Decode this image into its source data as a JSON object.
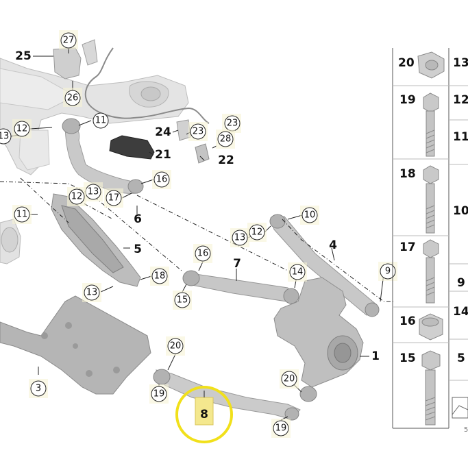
{
  "diagram": {
    "callouts": {
      "c27": "27",
      "c25": "25",
      "c26": "26",
      "c11a": "11",
      "c12a": "12",
      "c13a": "13",
      "c24": "24",
      "c23a": "23",
      "c23b": "23",
      "c28": "28",
      "c21": "21",
      "c22": "22",
      "c16a": "16",
      "c13b": "13",
      "c12b": "12",
      "c17": "17",
      "c6": "6",
      "c11b": "11",
      "c5": "5",
      "c13c": "13",
      "c18": "18",
      "c10": "10",
      "c12c": "12",
      "c13d": "13",
      "c4": "4",
      "c16b": "16",
      "c7": "7",
      "c14": "14",
      "c15": "15",
      "c9": "9",
      "c1": "1",
      "c20a": "20",
      "c20b": "20",
      "c19a": "19",
      "c19b": "19",
      "c8": "8",
      "c3": "3"
    },
    "parts_table": {
      "left_column": [
        "20",
        "19",
        "18",
        "17",
        "16",
        "15"
      ],
      "right_column": [
        "13",
        "12",
        "11",
        "10",
        "9",
        "14",
        "5"
      ],
      "footer_code": "5"
    },
    "highlight": {
      "callout": "8",
      "color": "#f5e84a"
    }
  }
}
